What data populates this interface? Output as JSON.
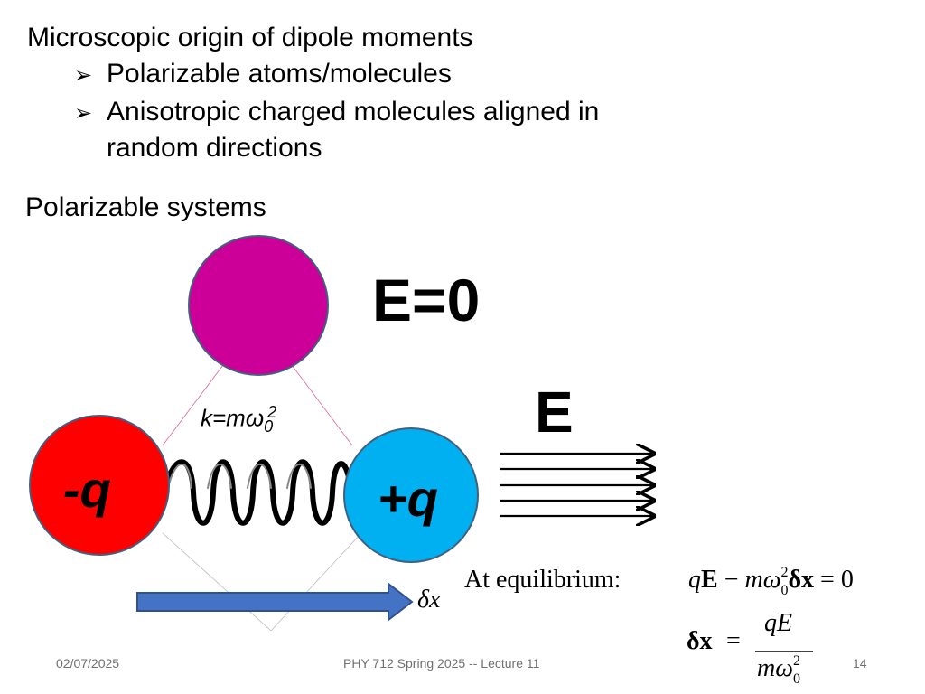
{
  "slide": {
    "title": "Microscopic origin of dipole moments",
    "bullets": [
      "Polarizable atoms/molecules",
      "Anisotropic charged molecules aligned in"
    ],
    "bullet_continuation": "random directions",
    "subheading": "Polarizable systems"
  },
  "diagram": {
    "field_zero_label": "E=0",
    "field_label": "E",
    "spring_k": "k",
    "spring_eq": "=m",
    "spring_omega": "ω",
    "spring_sub": "0",
    "spring_sup": "2",
    "neg_charge": "-q",
    "pos_charge": "+q",
    "displacement_label": "δx",
    "colors": {
      "neutral_atom": "#cc0099",
      "negative_charge": "#ff0000",
      "positive_charge": "#00b0f0",
      "circle_border": "#41607f",
      "displacement_arrow": "#4472c4"
    }
  },
  "equations": {
    "equilibrium_label": "At equilibrium:",
    "eq1": {
      "q": "q",
      "E": "E",
      "minus": "−",
      "m": "m",
      "omega": "ω",
      "exp": "2",
      "sub": "0",
      "delta_x": "δx",
      "equals": "=",
      "zero": "0"
    },
    "eq2": {
      "delta_x": "δx",
      "equals": "=",
      "numerator": "qE",
      "denominator_m": "mω",
      "denominator_exp": "2",
      "denominator_sub": "0"
    }
  },
  "footer": {
    "date": "02/07/2025",
    "course": "PHY 712  Spring 2025 -- Lecture 11",
    "page": "14"
  }
}
